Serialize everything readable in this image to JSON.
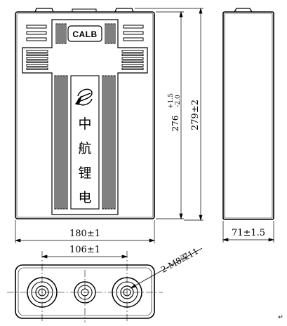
{
  "front_view": {
    "logo_text": "CALB",
    "vertical_brand": [
      "中",
      "航",
      "锂",
      "电"
    ],
    "logo_icon": "calb-swirl-icon"
  },
  "dimensions": {
    "width_main": "180±1",
    "height_total": "279±2",
    "height_body_base": "276",
    "height_body_tol_upper": "+1.5",
    "height_body_tol_lower": "-2.0",
    "side_thickness": "71±1.5",
    "terminal_spacing": "106±1",
    "terminal_thread": "2-M8深11"
  },
  "margin_mark": "↵"
}
